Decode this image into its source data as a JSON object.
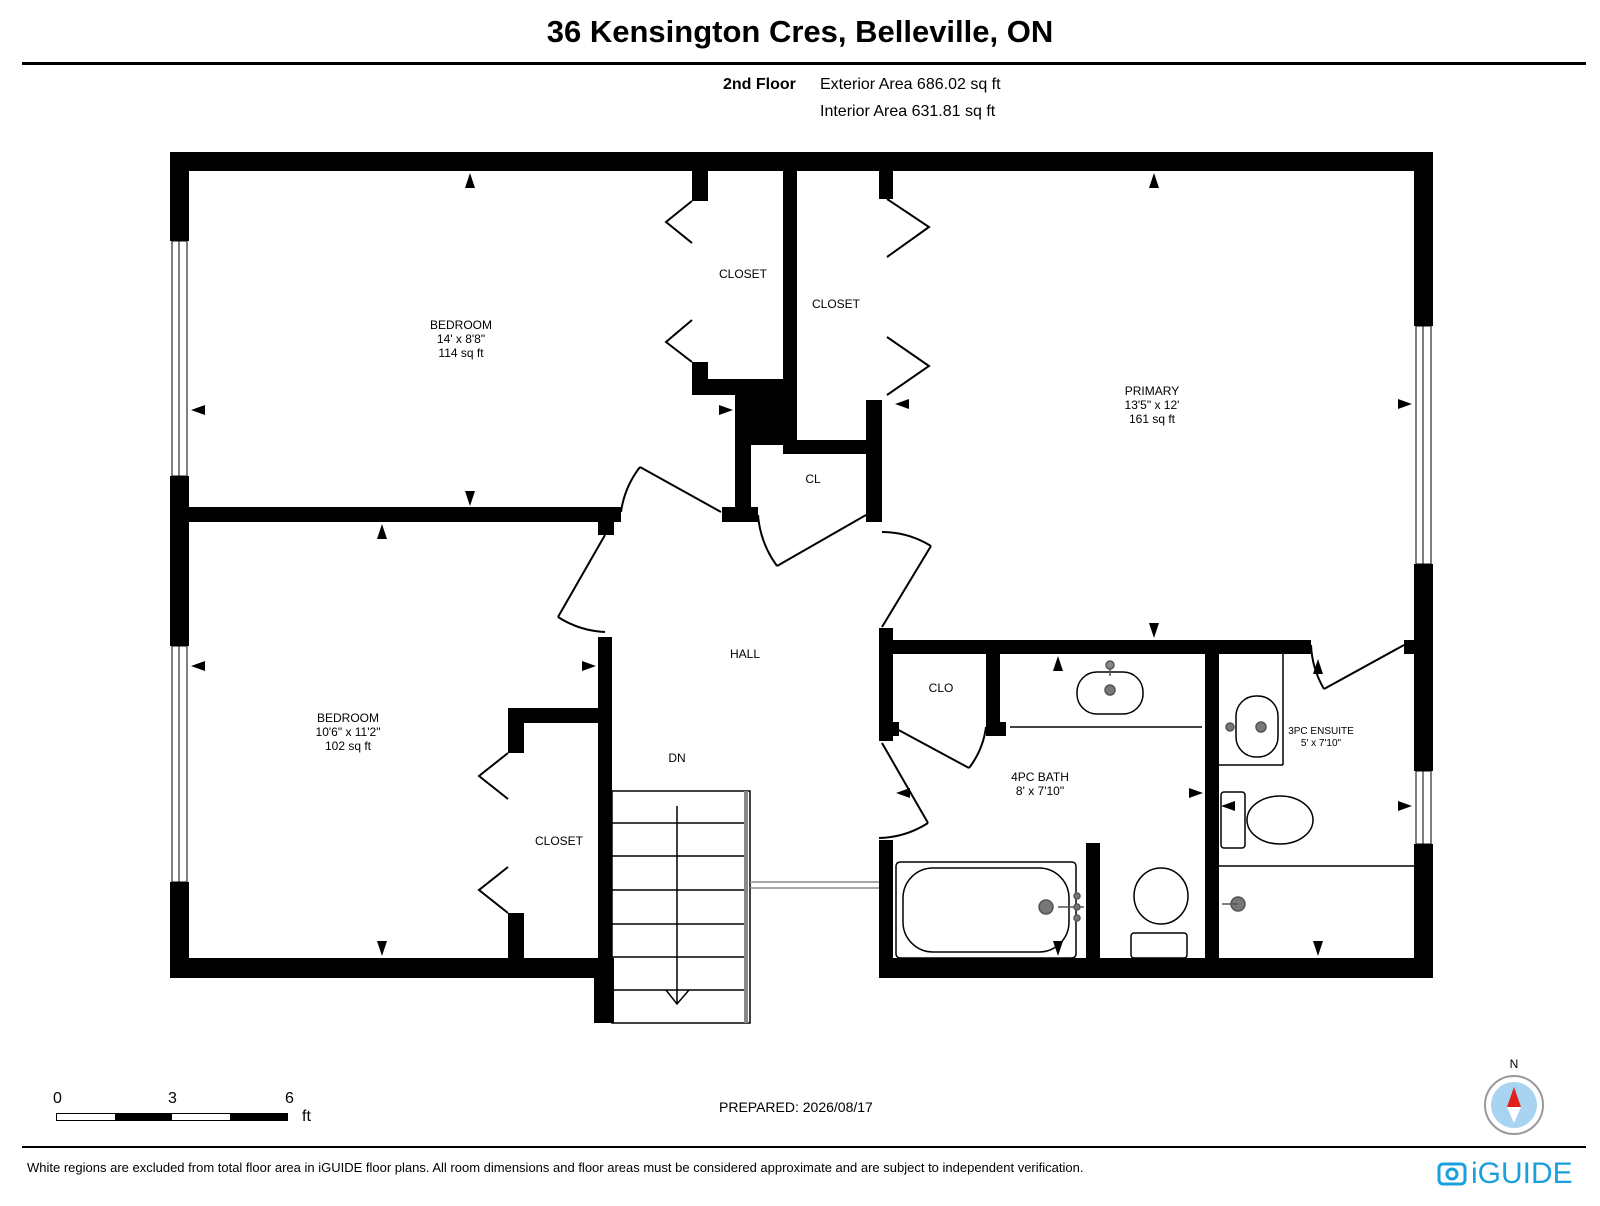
{
  "title": "36 Kensington Cres, Belleville, ON",
  "floor": {
    "label": "2nd Floor",
    "exterior_area": "Exterior Area 686.02 sq ft",
    "interior_area": "Interior Area 631.81 sq ft"
  },
  "rooms": {
    "bedroom1": {
      "name": "BEDROOM",
      "dims": "14' x 8'8\"",
      "area": "114 sq ft"
    },
    "bedroom2": {
      "name": "BEDROOM",
      "dims": "10'6\" x 11'2\"",
      "area": "102 sq ft"
    },
    "primary": {
      "name": "PRIMARY",
      "dims": "13'5\" x 12'",
      "area": "161 sq ft"
    },
    "bath4pc": {
      "name": "4PC BATH",
      "dims": "8' x 7'10\""
    },
    "ensuite3pc": {
      "name": "3PC ENSUITE",
      "dims": "5' x 7'10\""
    },
    "closet_bed1": "CLOSET",
    "closet_primary": "CLOSET",
    "closet_bed2": "CLOSET",
    "cl": "CL",
    "clo": "CLO",
    "hall": "HALL",
    "stairs": "DN"
  },
  "scale": {
    "ticks": [
      "0",
      "3",
      "6"
    ],
    "unit": "ft"
  },
  "prepared": "PREPARED: 2026/08/17",
  "compass": {
    "north": "N"
  },
  "disclaimer": "White regions are excluded from total floor area in iGUIDE floor plans. All room dimensions and floor areas must be considered approximate and are subject to independent verification.",
  "logo": {
    "text": "iGUIDE",
    "color": "#1aa0dc"
  },
  "colors": {
    "wall": "#000000",
    "fixture": "#000000",
    "compass_needle": "#e0201a",
    "compass_face": "#a8d4f2"
  }
}
